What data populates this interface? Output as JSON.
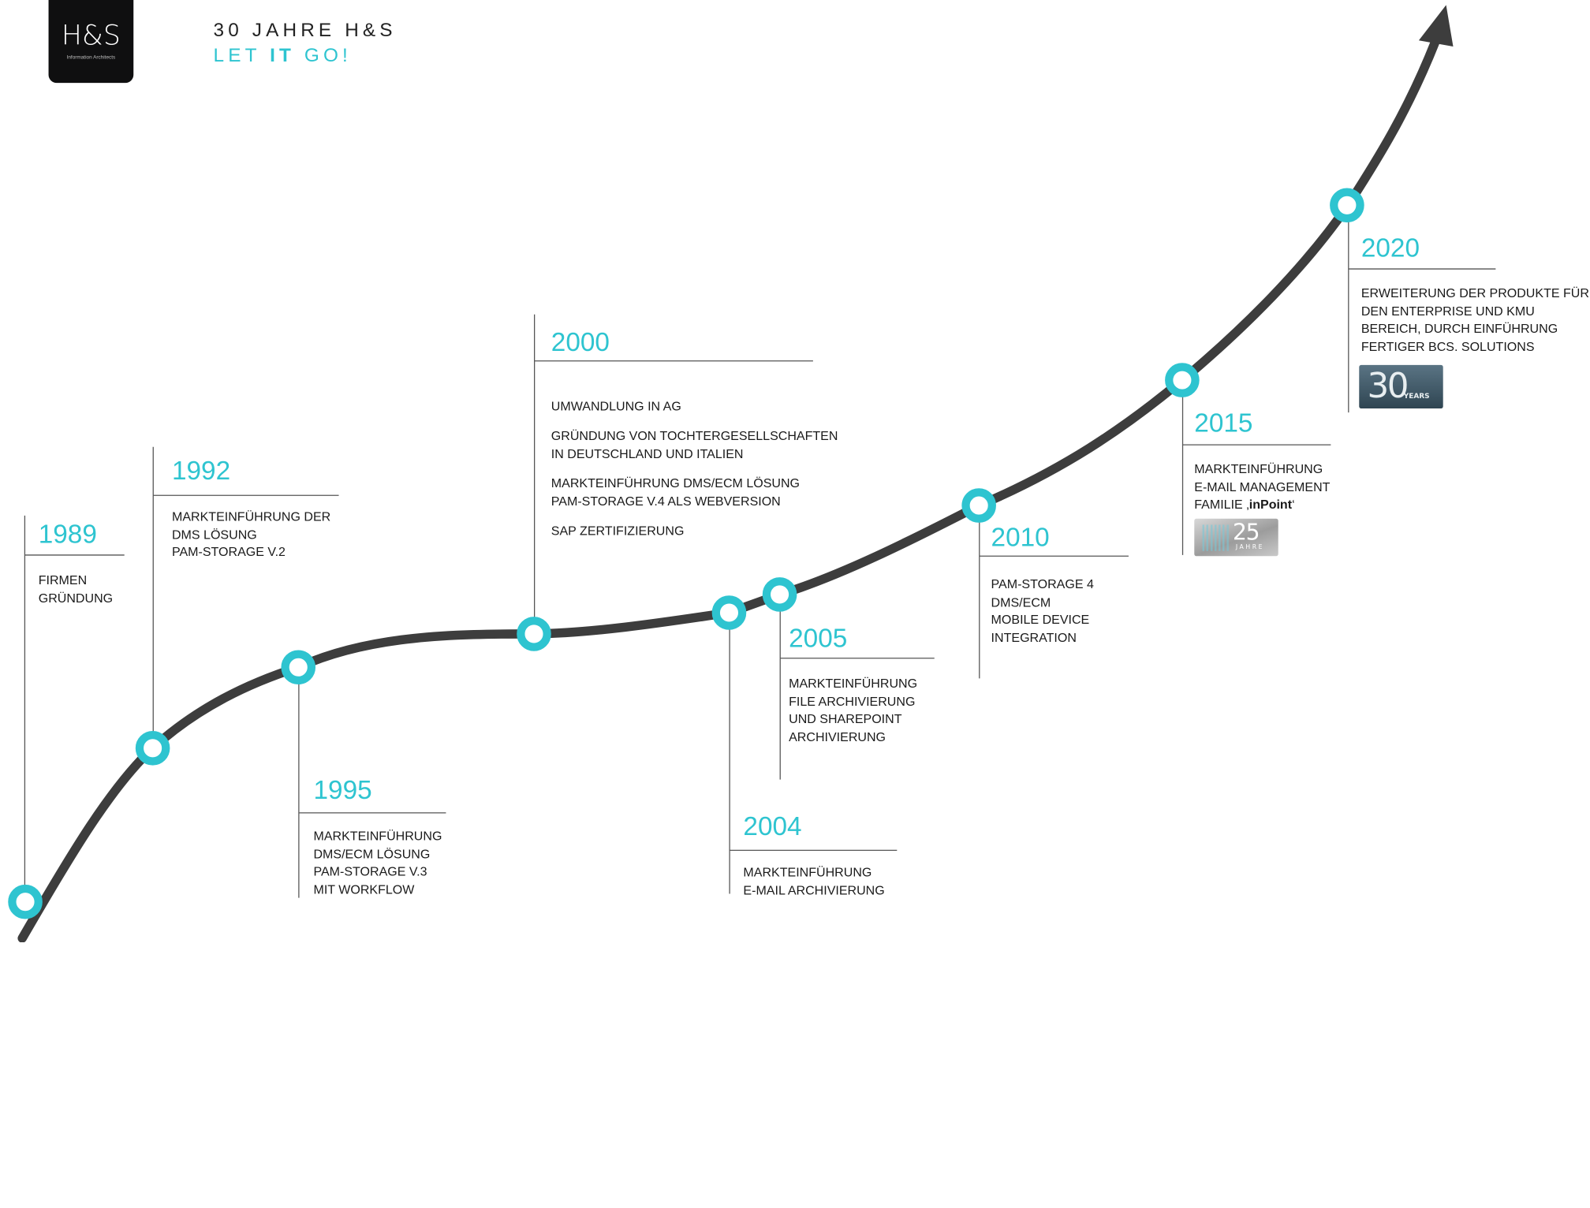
{
  "brand": {
    "logo_main": "H&S",
    "logo_sub": "Information Architects"
  },
  "header": {
    "title": "30 JAHRE H&S",
    "tagline_pre": "LET ",
    "tagline_bold": "IT",
    "tagline_post": " GO!"
  },
  "colors": {
    "accent": "#2ec4d0",
    "curve": "#3d3d3d",
    "line": "#555555"
  },
  "milestones": [
    {
      "year": "1989",
      "lines": [
        "FIRMEN",
        "GRÜNDUNG"
      ]
    },
    {
      "year": "1992",
      "lines": [
        "MARKTEINFÜHRUNG DER",
        "DMS LÖSUNG",
        "PAM-STORAGE V.2"
      ]
    },
    {
      "year": "1995",
      "lines": [
        "MARKTEINFÜHRUNG",
        "DMS/ECM LÖSUNG",
        "PAM-STORAGE V.3",
        "MIT WORKFLOW"
      ]
    },
    {
      "year": "2000",
      "paragraphs": [
        "UMWANDLUNG IN AG",
        "GRÜNDUNG VON TOCHTERGESELLSCHAFTEN\nIN DEUTSCHLAND UND ITALIEN",
        "MARKTEINFÜHRUNG DMS/ECM LÖSUNG\nPAM-STORAGE V.4 ALS WEBVERSION",
        "SAP ZERTIFIZIERUNG"
      ]
    },
    {
      "year": "2004",
      "lines": [
        "MARKTEINFÜHRUNG",
        "E-MAIL ARCHIVIERUNG"
      ]
    },
    {
      "year": "2005",
      "lines": [
        "MARKTEINFÜHRUNG",
        "FILE ARCHIVIERUNG",
        "UND SHAREPOINT",
        "ARCHIVIERUNG"
      ]
    },
    {
      "year": "2010",
      "lines": [
        "PAM-STORAGE 4",
        "DMS/ECM",
        "MOBILE DEVICE",
        "INTEGRATION"
      ]
    },
    {
      "year": "2015",
      "lines": [
        "MARKTEINFÜHRUNG",
        "E-MAIL MANAGEMENT"
      ],
      "line_pre": "FAMILIE ‚",
      "line_bold": "inPoint",
      "line_post": "‘",
      "badge": {
        "num": "25",
        "label": "JAHRE"
      }
    },
    {
      "year": "2020",
      "lines": [
        "ERWEITERUNG DER PRODUKTE FÜR",
        "DEN ENTERPRISE UND KMU",
        "BEREICH, DURCH EINFÜHRUNG",
        "FERTIGER BCS. SOLUTIONS"
      ],
      "badge": {
        "num": "30",
        "label": "YEARS"
      }
    }
  ]
}
